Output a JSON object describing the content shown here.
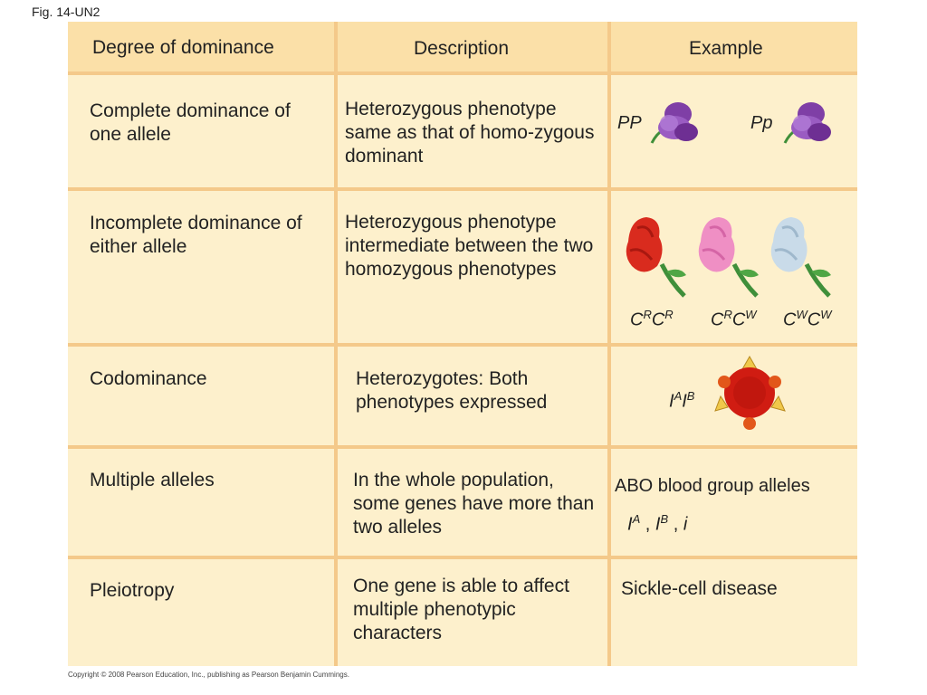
{
  "figure_label": "Fig. 14-UN2",
  "headers": [
    "Degree of dominance",
    "Description",
    "Example"
  ],
  "rows": [
    {
      "degree": "Complete dominance of one allele",
      "description": "Heterozygous phenotype same as that of homo-zygous dominant",
      "example": {
        "genotype_1": "PP",
        "genotype_2": "Pp",
        "flower_color": "#8a4fb3"
      }
    },
    {
      "degree": "Incomplete dominance of either allele",
      "description": "Heterozygous phenotype intermediate between the two homozygous phenotypes",
      "example": {
        "genotypes": [
          {
            "base1": "C",
            "sup1": "R",
            "base2": "C",
            "sup2": "R"
          },
          {
            "base1": "C",
            "sup1": "R",
            "base2": "C",
            "sup2": "W"
          },
          {
            "base1": "C",
            "sup1": "W",
            "base2": "C",
            "sup2": "W"
          }
        ],
        "flower_colors": [
          "#d92b1e",
          "#ef8fc4",
          "#c9dbe9"
        ]
      }
    },
    {
      "degree": "Codominance",
      "description": "Heterozygotes: Both phenotypes expressed",
      "example": {
        "base1": "I",
        "sup1": "A",
        "base2": "I",
        "sup2": "B",
        "cell_color": "#d01c12"
      }
    },
    {
      "degree": "Multiple alleles",
      "description": "In the whole population, some genes have more than two alleles",
      "example": {
        "title": "ABO blood group alleles",
        "alleles": [
          {
            "base": "I",
            "sup": "A"
          },
          {
            "base": "I",
            "sup": "B"
          },
          {
            "base": "i",
            "sup": ""
          }
        ],
        "separator": " , "
      }
    },
    {
      "degree": "Pleiotropy",
      "description": "One gene is able to affect multiple phenotypic characters",
      "example": {
        "text": "Sickle-cell disease"
      }
    }
  ],
  "copyright": "Copyright © 2008 Pearson Education, Inc., publishing as Pearson Benjamin Cummings.",
  "colors": {
    "header_bg": "#fbe0a8",
    "cell_bg": "#fdf0cc",
    "grid": "#f4c98a"
  }
}
